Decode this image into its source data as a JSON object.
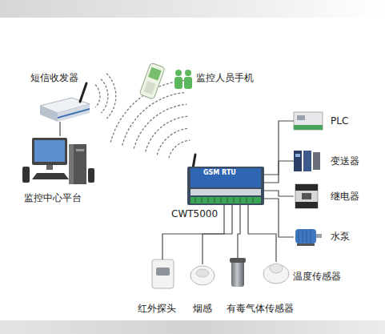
{
  "diagram": {
    "nodes": [
      {
        "text": [
          "短信收发器"
        ]
      },
      {
        "text": [
          "监控中心平台"
        ]
      },
      {
        "text": [
          "监控人员手机"
        ]
      },
      {
        "text": [
          "GSM RTU",
          "CWT5000"
        ]
      },
      {
        "text": [
          "PLC"
        ]
      },
      {
        "text": [
          "变送器"
        ]
      },
      {
        "text": [
          "继电器"
        ]
      },
      {
        "text": [
          "水泵"
        ]
      },
      {
        "text": [
          "红外探头"
        ]
      },
      {
        "text": [
          "烟感"
        ]
      },
      {
        "text": [
          "有毒气体传感器"
        ]
      },
      {
        "text": [
          "温度传感器"
        ]
      }
    ],
    "edges": [
      {
        "from": 0,
        "to": 1,
        "arrow": "none"
      },
      {
        "from": 3,
        "to": 4,
        "arrow": "none"
      },
      {
        "from": 3,
        "to": 5,
        "arrow": "none"
      },
      {
        "from": 3,
        "to": 6,
        "arrow": "none"
      },
      {
        "from": 3,
        "to": 7,
        "arrow": "none"
      },
      {
        "from": 3,
        "to": 8,
        "arrow": "none"
      },
      {
        "from": 3,
        "to": 9,
        "arrow": "none"
      },
      {
        "from": 3,
        "to": 10,
        "arrow": "none"
      },
      {
        "from": 3,
        "to": 11,
        "arrow": "none"
      }
    ]
  }
}
